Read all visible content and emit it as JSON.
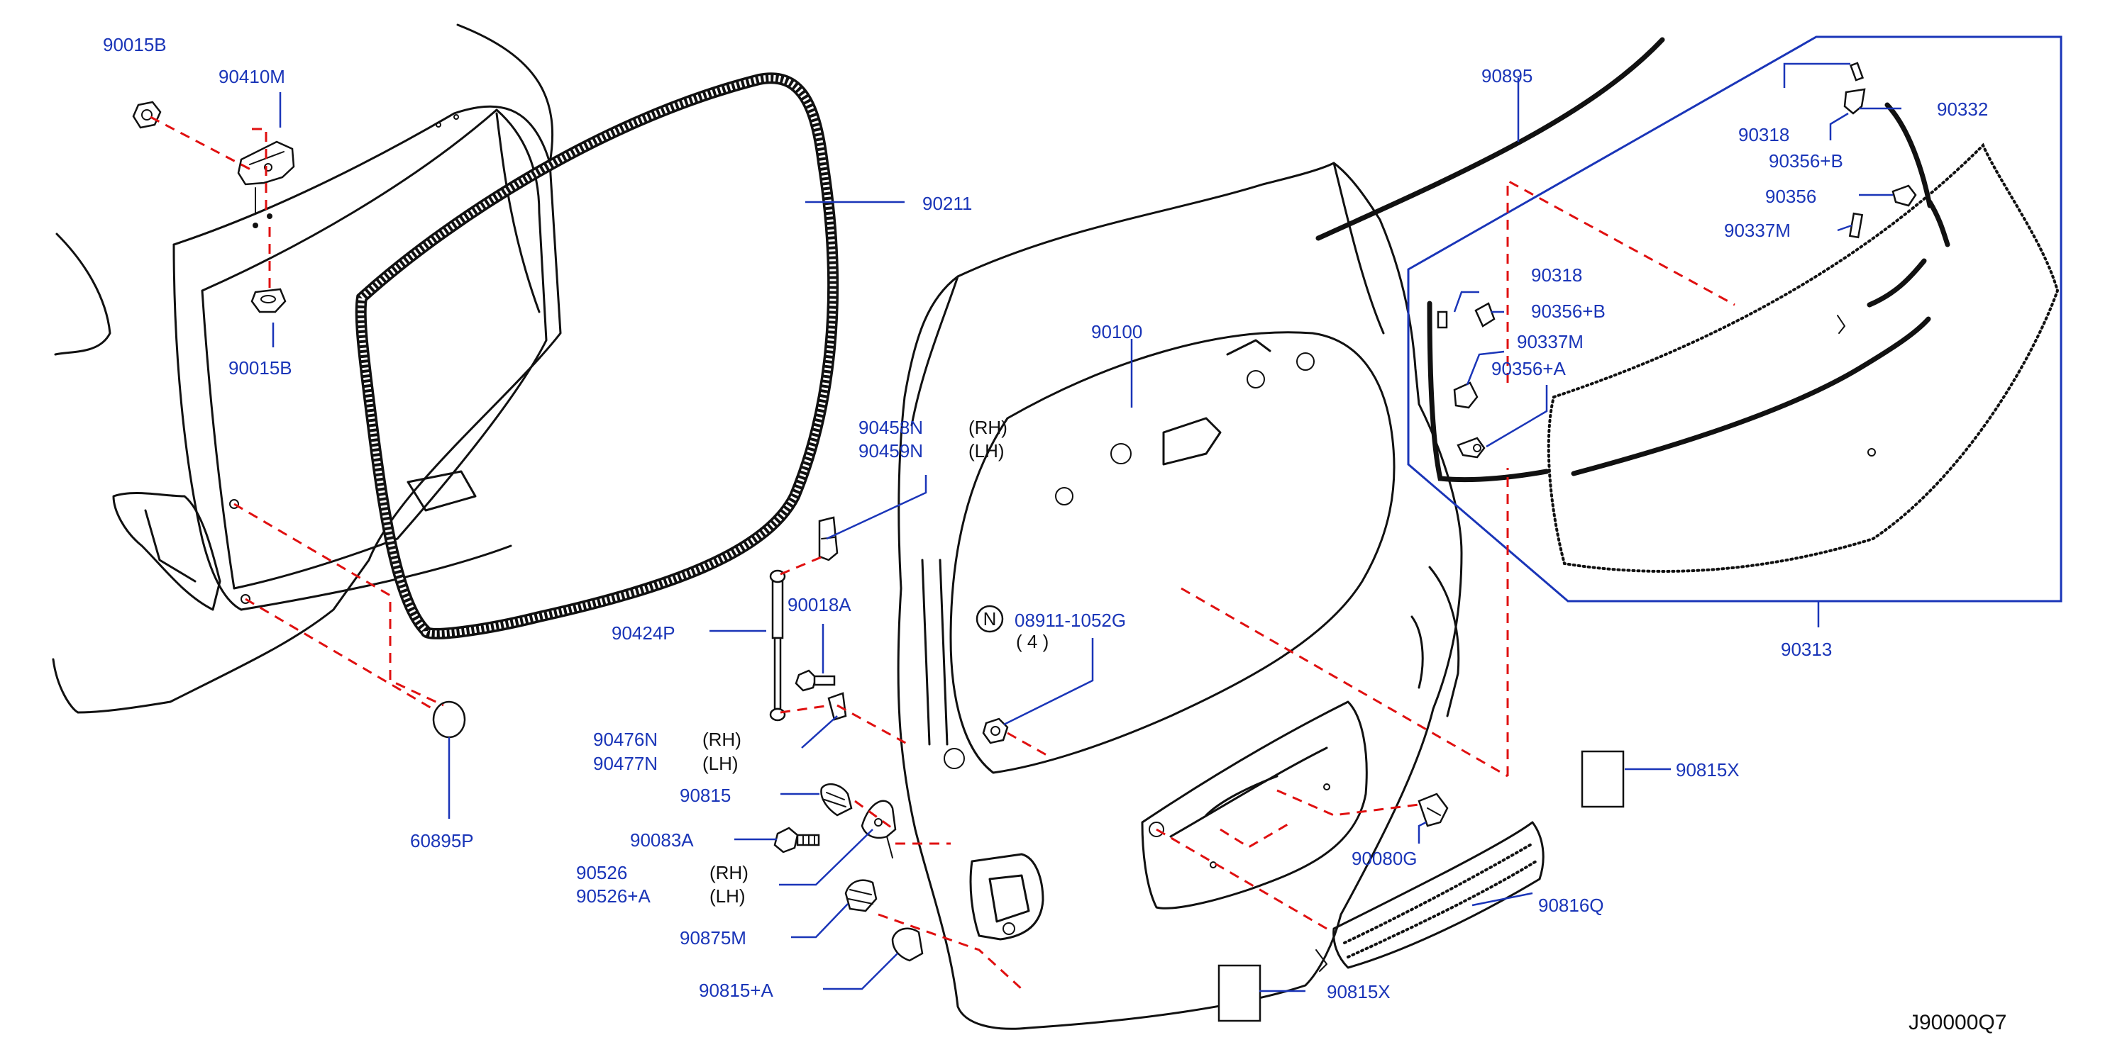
{
  "diagram_id": "J90000Q7",
  "labels": {
    "p90015B_top": "90015B",
    "p90410M": "90410M",
    "p90015B_bottom": "90015B",
    "p90211": "90211",
    "p60895P": "60895P",
    "p90100": "90100",
    "p90458N": "90458N",
    "p90459N": "90459N",
    "rh_1": "(RH)",
    "lh_1": "(LH)",
    "p90424P": "90424P",
    "p90018A": "90018A",
    "p90476N": "90476N",
    "p90477N": "90477N",
    "rh_2": "(RH)",
    "lh_2": "(LH)",
    "p08911": "08911-1052G",
    "qty": "( 4 )",
    "n_mark": "N",
    "p90815": "90815",
    "p90083A": "90083A",
    "p90526": "90526",
    "p90526A": "90526+A",
    "rh_3": "(RH)",
    "lh_3": "(LH)",
    "p90875M": "90875M",
    "p90815A": "90815+A",
    "p90815X_bottom": "90815X",
    "p90815X_right": "90815X",
    "p90080G": "90080G",
    "p90816Q": "90816Q",
    "p90895": "90895",
    "p90332": "90332",
    "p90318_top": "90318",
    "p90356B_top": "90356+B",
    "p90356": "90356",
    "p90337M_top": "90337M",
    "p90318_mid": "90318",
    "p90356B_mid": "90356+B",
    "p90337M_mid": "90337M",
    "p90356A": "90356+A",
    "p90313": "90313"
  },
  "colors": {
    "label_blue": "#1a35b8",
    "dash_red": "#e01010",
    "line_black": "#111111"
  }
}
